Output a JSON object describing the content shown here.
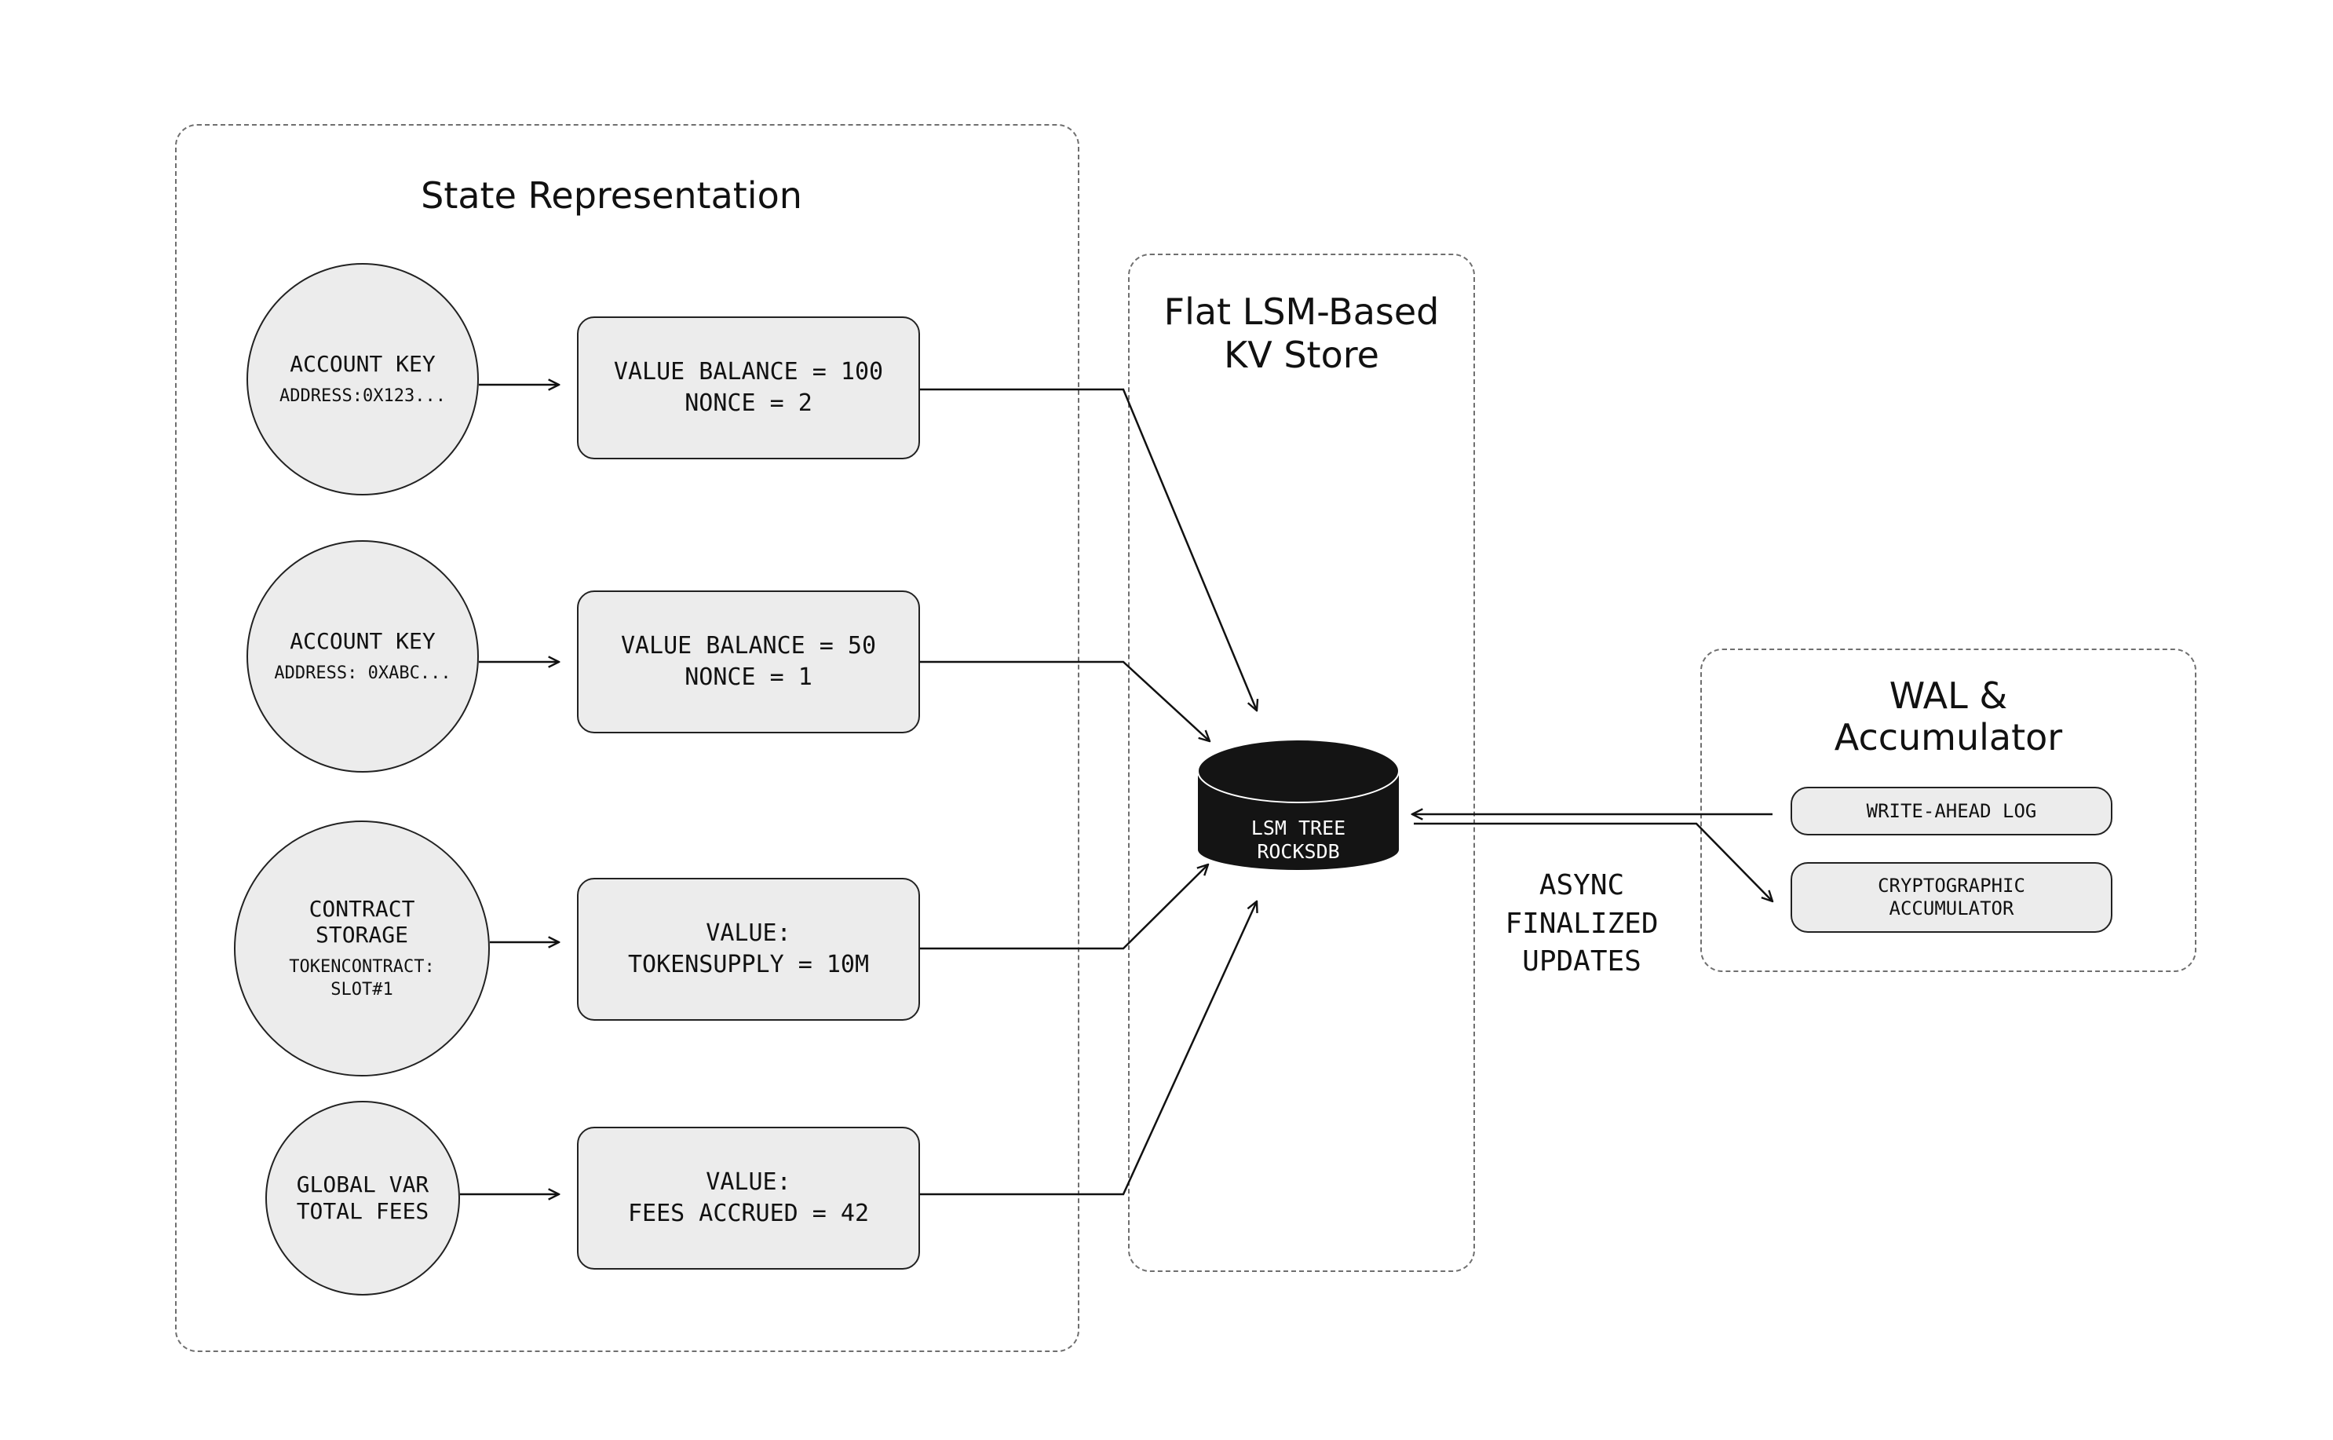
{
  "groups": {
    "state": {
      "title": "State Representation"
    },
    "kv": {
      "title": "Flat LSM-Based\nKV Store"
    },
    "wal": {
      "title": "WAL &\nAccumulator"
    }
  },
  "state_entries": [
    {
      "key_title": "ACCOUNT KEY",
      "key_sub": "ADDRESS:0X123...",
      "value": "VALUE BALANCE = 100\nNONCE = 2"
    },
    {
      "key_title": "ACCOUNT KEY",
      "key_sub": "ADDRESS: 0XABC...",
      "value": "VALUE BALANCE = 50\nNONCE = 1"
    },
    {
      "key_title": "CONTRACT\nSTORAGE",
      "key_sub": "TOKENCONTRACT:\nSLOT#1",
      "value": "VALUE:\nTOKENSUPPLY = 10M"
    },
    {
      "key_title": "GLOBAL VAR\nTOTAL FEES",
      "key_sub": "",
      "value": "VALUE:\nFEES ACCRUED = 42"
    }
  ],
  "database": {
    "line1": "LSM TREE",
    "line2": "ROCKSDB"
  },
  "async_label": "ASYNC\nFINALIZED\nUPDATES",
  "wal_items": [
    {
      "label": "WRITE-AHEAD LOG"
    },
    {
      "label": "CRYPTOGRAPHIC\nACCUMULATOR"
    }
  ],
  "colors": {
    "line": "#111111",
    "fill": "#ececec",
    "dashed": "#6f6f6f",
    "db": "#141414"
  }
}
